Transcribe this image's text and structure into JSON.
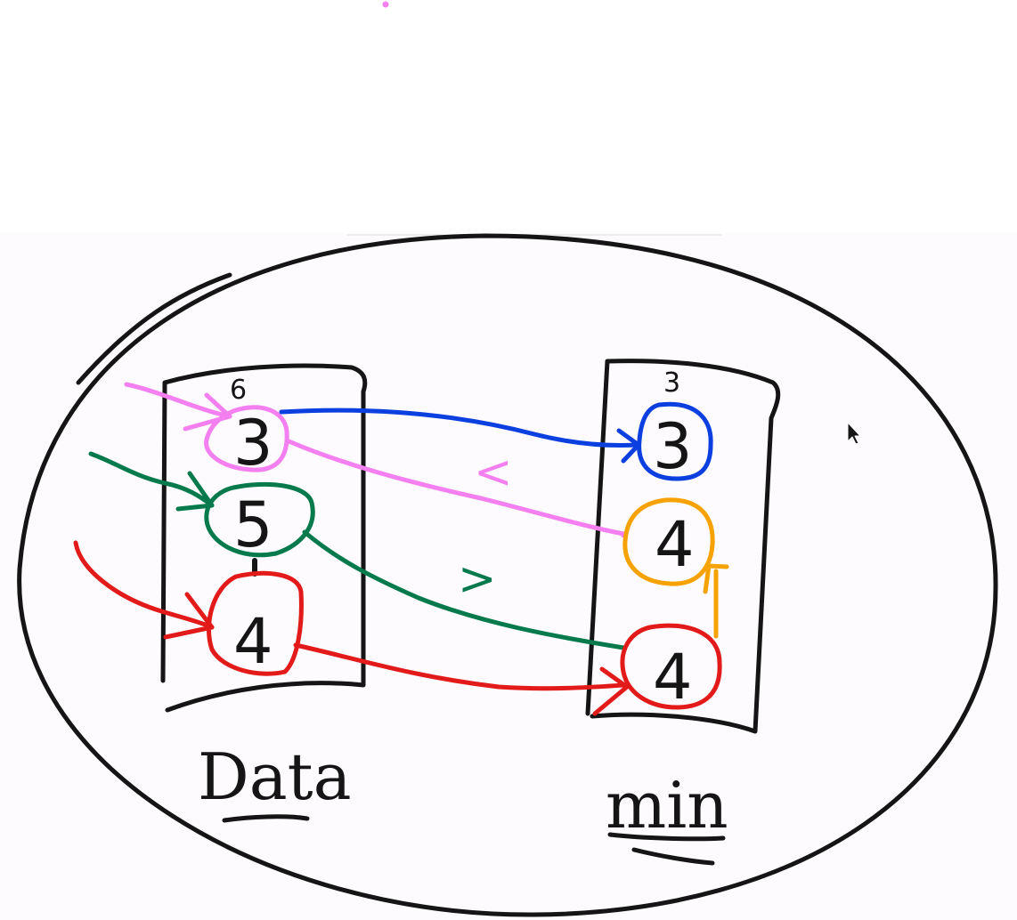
{
  "diagram": {
    "data_column": {
      "label": "Data",
      "top_partial_value": "6",
      "values": [
        "3",
        "5",
        "4"
      ]
    },
    "min_column": {
      "label": "min",
      "top_partial_value": "3",
      "values": [
        "3",
        "4",
        "4"
      ]
    },
    "comparisons": {
      "upper": "<",
      "lower": ">"
    },
    "colors": {
      "ink": "#151515",
      "pink": "#f47ff0",
      "green": "#067a4c",
      "red": "#e21a1a",
      "blue": "#0b3fe0",
      "orange": "#f5a202",
      "background": "#fdfbfd"
    }
  }
}
